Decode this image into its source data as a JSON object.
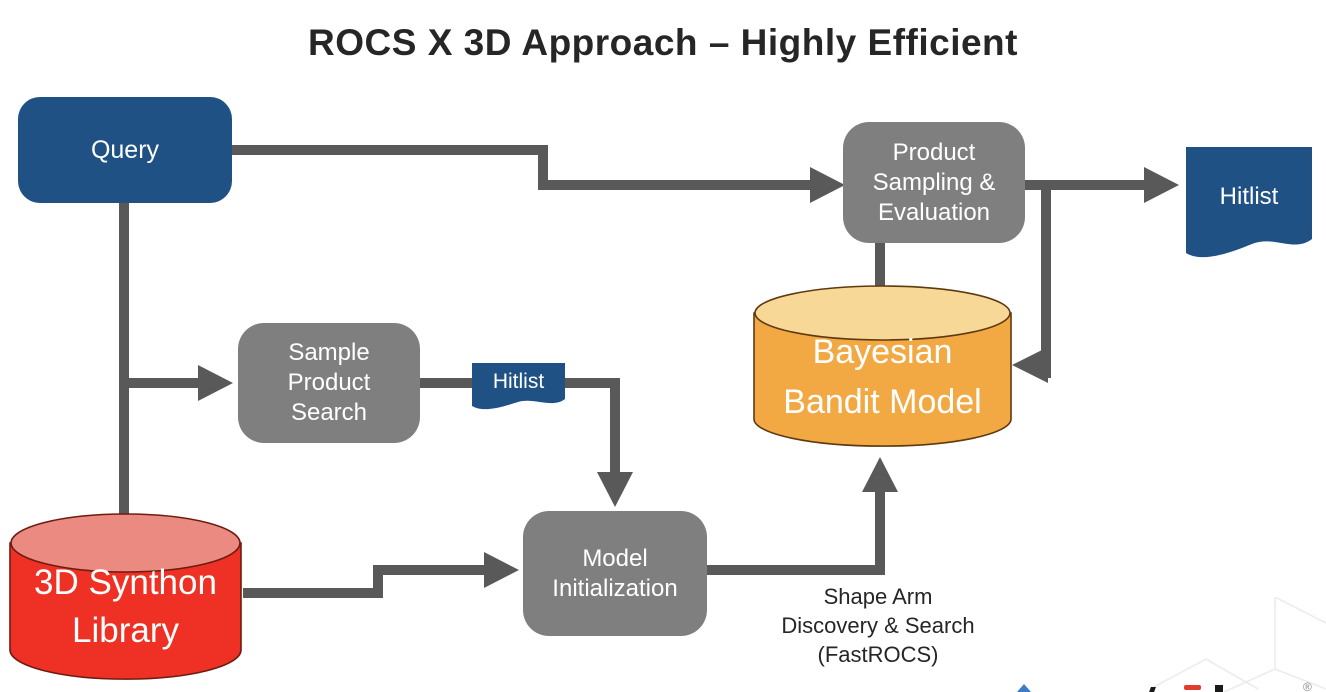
{
  "title": "ROCS X 3D Approach – Highly Efficient",
  "nodes": {
    "query": {
      "label": "Query"
    },
    "product_sampling": {
      "label": "Product\nSampling &\nEvaluation"
    },
    "hitlist_top": {
      "label": "Hitlist"
    },
    "sample_product_search": {
      "label": "Sample\nProduct\nSearch"
    },
    "hitlist_mid": {
      "label": "Hitlist"
    },
    "model_initialization": {
      "label": "Model\nInitialization"
    },
    "bayesian_bandit": {
      "label": "Bayesian\nBandit Model"
    },
    "synthon_library": {
      "label": "3D Synthon\nLibrary"
    }
  },
  "annotations": {
    "shape_arm": "Shape Arm\nDiscovery & Search\n(FastROCS)"
  },
  "watermark": {
    "registered_mark": "®"
  },
  "colors": {
    "blue": "#1f5185",
    "gray": "#7f7f7f",
    "arrow": "#595959",
    "red_body": "#ee3124",
    "red_top": "#ea8a81",
    "red_stroke": "#6e1c11",
    "orange_body": "#f2a944",
    "orange_top": "#f7d896",
    "orange_stroke": "#5f3a10",
    "text_dark": "#262626",
    "watermark_line": "#ececf0",
    "logo_blue": "#3d7cc9",
    "logo_red": "#e03c31",
    "logo_black": "#1a1a1a",
    "logo_gray": "#8a8a8a"
  }
}
